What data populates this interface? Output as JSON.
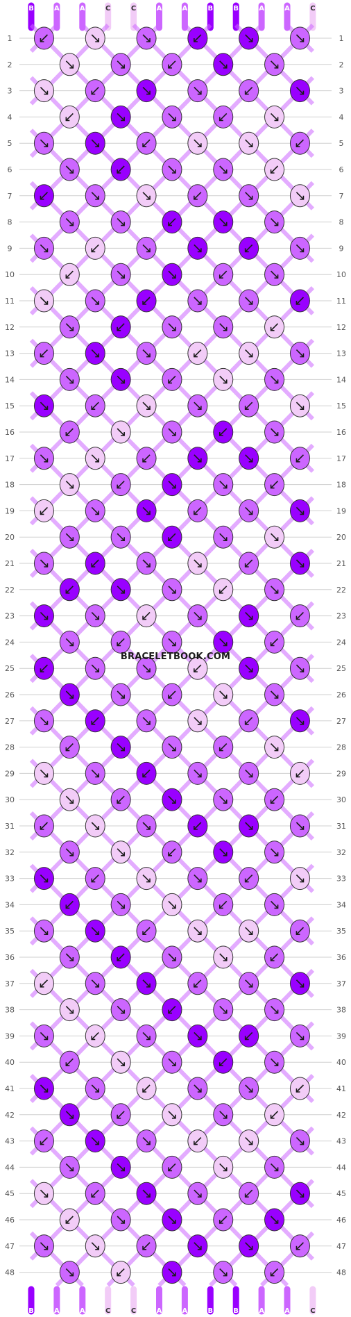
{
  "colors": {
    "A": "#cc66ff",
    "B": "#9900ff",
    "C": "#f2ccf7",
    "grid": "#cfcfcf",
    "arrow": "#1a1a1a"
  },
  "top_strings": [
    "B",
    "A",
    "A",
    "C",
    "C",
    "A",
    "A",
    "B",
    "B",
    "A",
    "A",
    "C"
  ],
  "bottom_strings": [
    "B",
    "A",
    "A",
    "C",
    "C",
    "A",
    "A",
    "B",
    "B",
    "A",
    "A",
    "C"
  ],
  "rows": [
    "1",
    "2",
    "3",
    "4",
    "5",
    "6",
    "7",
    "8",
    "9",
    "10",
    "11",
    "12",
    "13",
    "14",
    "15",
    "16",
    "17",
    "18",
    "19",
    "20",
    "21",
    "22",
    "23",
    "24",
    "25",
    "26",
    "27",
    "28",
    "29",
    "30",
    "31",
    "32",
    "33",
    "34",
    "35",
    "36",
    "37",
    "38",
    "39",
    "40",
    "41",
    "42",
    "43",
    "44",
    "45",
    "46",
    "47",
    "48"
  ],
  "pattern_rows": [
    "AC A B B A",
    "CAAB AB",
    "CAB AAB",
    "C B A A C A",
    "A B A C C A",
    "AB AACC",
    "B A C A A C",
    "A A B B A",
    "A C A B B A",
    "CAB A AB",
    "C A B A A B",
    "A B A A C A",
    "A B A C C A",
    "AB A C A C",
    "B A C A A C",
    "A C A B A",
    "A C A B B A",
    "C A B A A B",
    "C A B A A B",
    "A A B A C A",
    "A B A C A B",
    "B B A C A B",
    "B A C A B A",
    "A A A B A",
    "B A A C B A",
    "B A A C A B",
    "A B A C A B",
    "A B A A C",
    "C A B A A C",
    "C A B A A B",
    "A C A B B A",
    "A C A B A",
    "B A C A A C",
    "B A C A A C",
    "A B A C C A",
    "A B A C A",
    "C A B A A B",
    "C A B A A B",
    "A C A B B A",
    "A C A B A",
    "B A C A A C",
    "B A C A C A",
    "A B A C C A",
    "A B A C A",
    "C A B A A B",
    "C A B A B A",
    "A C A B B A",
    "A C B A"
  ],
  "watermark": "BRACELETBOOK.COM"
}
